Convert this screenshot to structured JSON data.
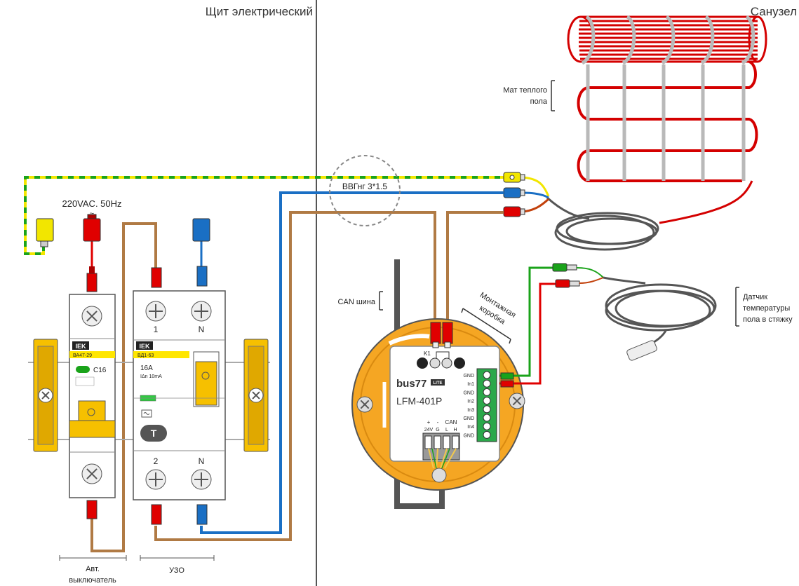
{
  "zones": {
    "panel_title": "Щит электрический",
    "room_title": "Санузел"
  },
  "power": {
    "supply_label": "220VAC. 50Hz",
    "tilde": "~"
  },
  "breaker": {
    "brand": "IEK",
    "model": "ВА47-29",
    "rating": "C16",
    "caption_line1": "Авт.",
    "caption_line2": "выключатель"
  },
  "rcd": {
    "brand": "IEK",
    "model": "ВД1-63",
    "current": "16А",
    "leak": "IΔn  10mA",
    "terminal_top_1": "1",
    "terminal_top_n": "N",
    "terminal_bot_2": "2",
    "terminal_bot_n": "N",
    "test_button": "T",
    "caption": "УЗО"
  },
  "cable": {
    "label": "ВВГнг 3*1.5"
  },
  "heating_mat": {
    "label_line1": "Мат теплого",
    "label_line2": "пола"
  },
  "can_bus": {
    "label": "CAN шина"
  },
  "box": {
    "label_line1": "Монтажная",
    "label_line2": "коробка"
  },
  "sensor": {
    "label_line1": "Датчик",
    "label_line2": "температуры",
    "label_line3": "пола в стяжку"
  },
  "module": {
    "brand": "bus77",
    "brand_badge": "LITE",
    "model": "LFM-401P",
    "relay": "K1",
    "right_terminals": [
      "GND",
      "In1",
      "GND",
      "In2",
      "In3",
      "GND",
      "In4",
      "GND"
    ],
    "bottom_labels": [
      "+",
      "-",
      "CAN",
      "24V",
      "G",
      "L",
      "H"
    ]
  },
  "colors": {
    "wire_red": "#e00000",
    "wire_blue": "#1a6fc4",
    "wire_brown": "#b07a44",
    "wire_green": "#1aa31a",
    "wire_yellow": "#f2e600",
    "module_orange": "#f5a623",
    "din_yellow": "#f6c000"
  }
}
